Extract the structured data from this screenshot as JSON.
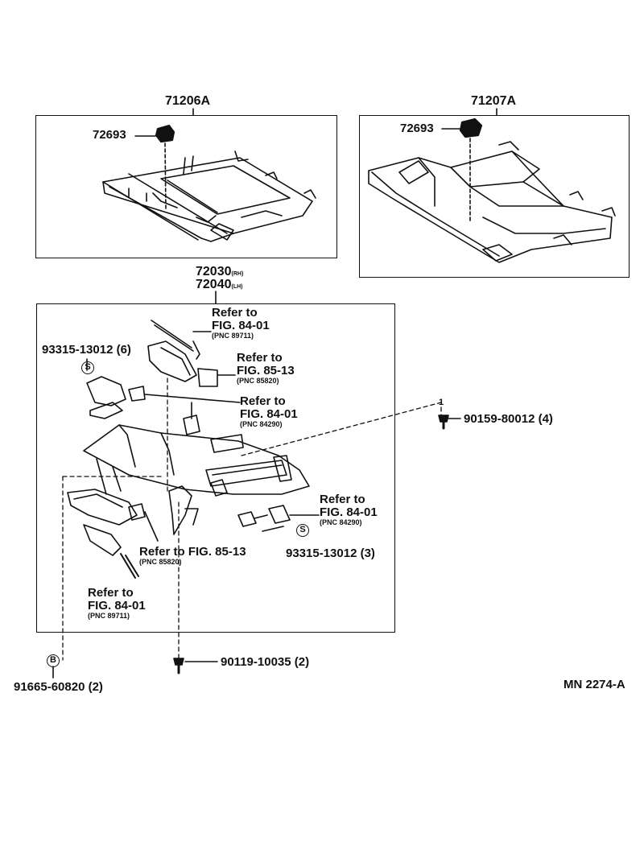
{
  "diagram": {
    "upper_left": {
      "part": "71206A",
      "sub_part": "72693"
    },
    "upper_right": {
      "part": "71207A",
      "sub_part": "72693"
    },
    "main_assembly": {
      "part_rh": "72030",
      "rh_suffix": "(RH)",
      "part_lh": "72040",
      "lh_suffix": "(LH)"
    },
    "references": [
      {
        "title": "Refer to",
        "fig": "FIG. 84-01",
        "pnc": "(PNC 89711)"
      },
      {
        "title": "Refer to",
        "fig": "FIG. 85-13",
        "pnc": "(PNC 85820)"
      },
      {
        "title": "Refer to",
        "fig": "FIG. 84-01",
        "pnc": "(PNC 84290)"
      },
      {
        "title": "Refer to",
        "fig": "FIG. 84-01",
        "pnc": "(PNC 84290)"
      },
      {
        "title": "Refer to FIG. 85-13",
        "fig": "",
        "pnc": "(PNC 85820)"
      },
      {
        "title": "Refer to",
        "fig": "FIG. 84-01",
        "pnc": "(PNC 89711)"
      }
    ],
    "fasteners": [
      {
        "label": "93315-13012 (6)",
        "symbol": "S"
      },
      {
        "label": "90159-80012 (4)"
      },
      {
        "label": "93315-13012 (3)",
        "symbol": "S"
      },
      {
        "label": "90119-10035 (2)"
      },
      {
        "label": "91665-60820 (2)",
        "symbol": "B"
      }
    ],
    "marker": "1",
    "diagram_code": "MN 2274-A"
  }
}
